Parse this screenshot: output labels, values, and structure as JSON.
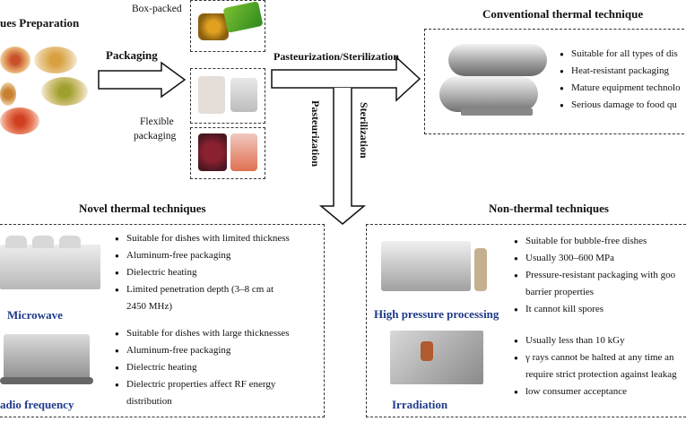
{
  "header": {
    "dishes_title": "ues Preparation",
    "box_packed": "Box-packed",
    "packaging": "Packaging",
    "flexible": "Flexible",
    "flexible2": "packaging",
    "past_steril": "Pasteurization/Sterilization",
    "pasteurization": "Pasteurization",
    "sterilization": "Sterilization"
  },
  "conventional": {
    "title": "Conventional thermal technique",
    "bullets": [
      "Suitable for all types of dis",
      "Heat-resistant packaging",
      "Mature equipment technolo",
      "Serious damage to food qu"
    ]
  },
  "novel": {
    "title": "Novel thermal techniques",
    "microwave": {
      "label": "Microwave",
      "bullets": [
        "Suitable for dishes with limited thickness",
        "Aluminum-free packaging",
        "Dielectric heating",
        "Limited penetration depth (3–8 cm at",
        "2450 MHz)"
      ]
    },
    "rf": {
      "label": "adio frequency",
      "bullets": [
        "Suitable for dishes with large thicknesses",
        "Aluminum-free packaging",
        "Dielectric heating",
        "Dielectric properties affect RF energy",
        "distribution"
      ]
    }
  },
  "nonthermal": {
    "title": "Non-thermal techniques",
    "hpp": {
      "label": "High pressure processing",
      "bullets": [
        "Suitable for bubble-free dishes",
        "Usually 300–600 MPa",
        "Pressure-resistant packaging with goo",
        "barrier properties",
        "It cannot kill spores"
      ]
    },
    "irradiation": {
      "label": "Irradiation",
      "bullets": [
        "Usually less than 10 kGy",
        "γ rays cannot be halted at any time an",
        "require strict protection against leakag",
        "low consumer acceptance"
      ]
    }
  }
}
